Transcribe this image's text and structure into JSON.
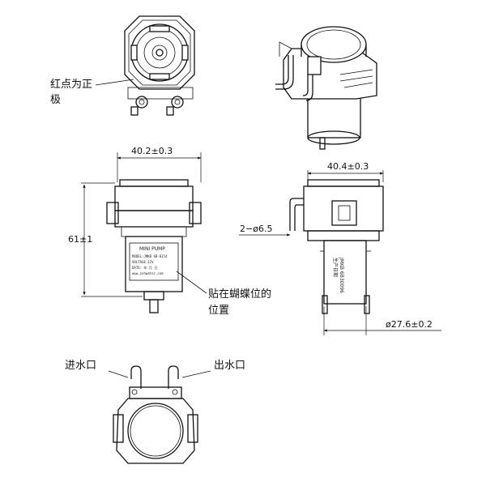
{
  "annotations": {
    "red_dot_positive_line1": "红点为正",
    "red_dot_positive_line2": "极",
    "label_position_line1": "贴在蝴蝶位的",
    "label_position_line2": "位置",
    "inlet": "进水口",
    "outlet": "出水口"
  },
  "dimensions": {
    "front_width": "40.2±0.3",
    "height": "61±1",
    "side_width": "40.4±0.3",
    "tube_diameter": "2−ø6.5",
    "motor_diameter": "ø27.6±0.2"
  },
  "label_plate": {
    "title": "MINI PUMP",
    "line1": "MODEL:JMKB 6B-0154",
    "line2": "VOLTAGE:12V",
    "line3": "DATE:  年   月   日",
    "line4": "www.zxhwater.com",
    "side_code": "JMKB 6B30096",
    "side_sub": "生产日期"
  }
}
